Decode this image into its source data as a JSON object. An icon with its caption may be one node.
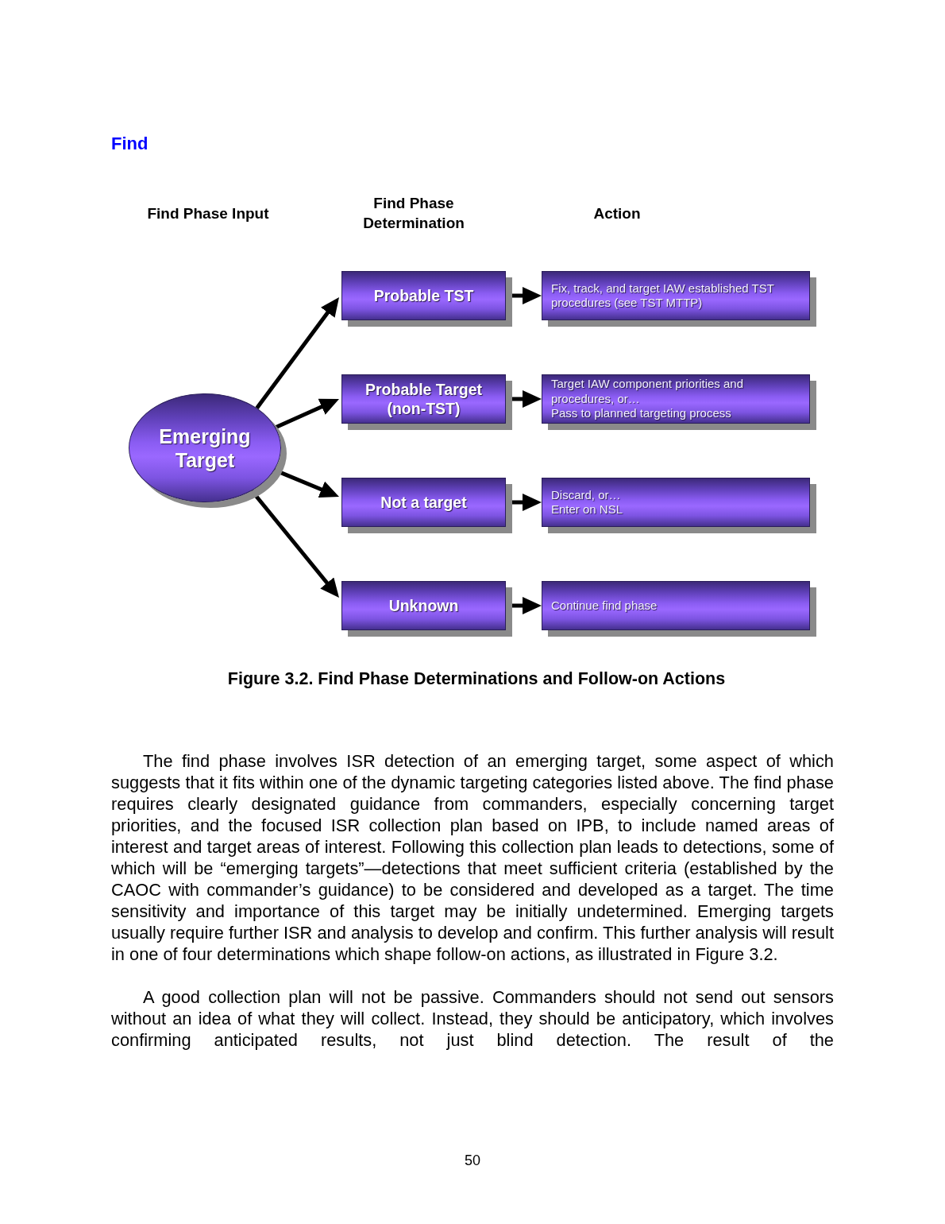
{
  "diagram": {
    "title": "Find",
    "caption": "Figure 3.2. Find Phase Determinations and Follow-on Actions",
    "nodes": [
      {
        "text": [
          "Emerging Target"
        ]
      },
      {
        "text": [
          "Probable TST"
        ]
      },
      {
        "text": [
          "Probable Target (non-TST)"
        ]
      },
      {
        "text": [
          "Not a target"
        ]
      },
      {
        "text": [
          "Unknown"
        ]
      },
      {
        "text": [
          "Fix, track, and target IAW established TST procedures (see TST MTTP)"
        ]
      },
      {
        "text": [
          "Target IAW component priorities and procedures, or…",
          "Pass to planned targeting process"
        ]
      },
      {
        "text": [
          "Discard, or…",
          "Enter on NSL"
        ]
      },
      {
        "text": [
          "Continue find phase"
        ]
      }
    ],
    "edges": [
      {
        "from": 0,
        "to": 1,
        "arrow": "to"
      },
      {
        "from": 0,
        "to": 2,
        "arrow": "to"
      },
      {
        "from": 0,
        "to": 3,
        "arrow": "to"
      },
      {
        "from": 0,
        "to": 4,
        "arrow": "to"
      },
      {
        "from": 1,
        "to": 5,
        "arrow": "to"
      },
      {
        "from": 2,
        "to": 6,
        "arrow": "to"
      },
      {
        "from": 3,
        "to": 7,
        "arrow": "to"
      },
      {
        "from": 4,
        "to": 8,
        "arrow": "to"
      }
    ],
    "labels": [
      "Find Phase Input",
      "Find Phase Determination",
      "Action",
      "The find phase involves ISR detection of an emerging target, some aspect of which suggests that it fits within one of the dynamic targeting categories listed above. The find phase requires clearly designated guidance from commanders, especially concerning target priorities, and the focused ISR collection plan based on IPB, to include named areas of interest and target areas of interest. Following this collection plan leads to detections, some of which will be “emerging targets”—detections that meet sufficient criteria (established by the CAOC with commander’s guidance) to be considered and developed as a target. The time sensitivity and importance of this target may be initially undetermined. Emerging targets usually require further ISR and analysis to develop and confirm. This further analysis will result in one of four determinations which shape follow-on actions, as illustrated in Figure 3.2.",
      "A good collection plan will not be passive. Commanders should not send out sensors without an idea of what they will collect. Instead, they should be anticipatory, which involves confirming anticipated results, not just blind detection. The result of the",
      "50"
    ]
  }
}
